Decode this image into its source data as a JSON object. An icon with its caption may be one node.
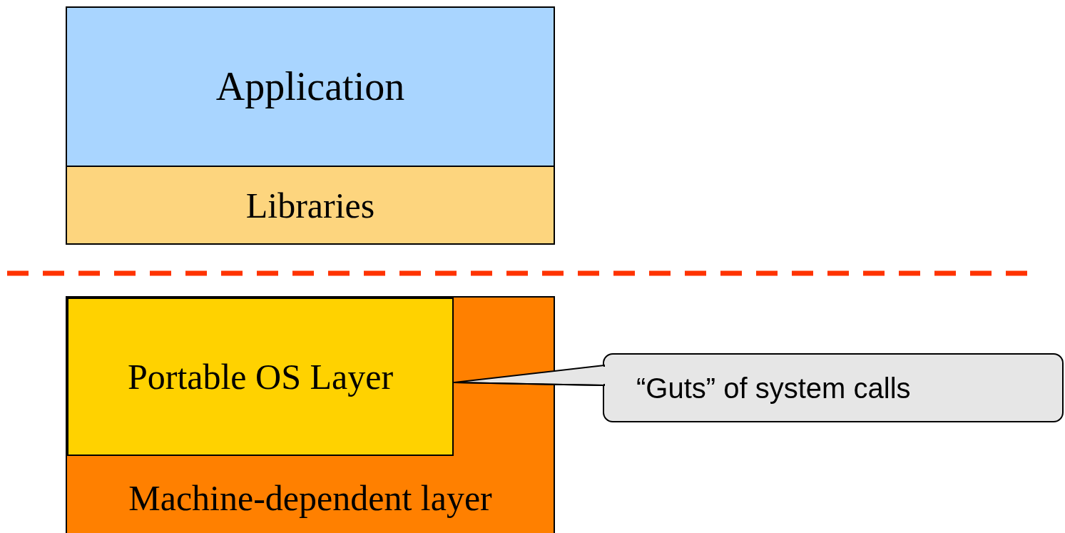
{
  "diagram": {
    "nodes": [
      {
        "text": [
          "Application"
        ]
      },
      {
        "text": [
          "Libraries"
        ]
      },
      {
        "text": [
          "Machine-dependent layer"
        ]
      },
      {
        "text": [
          "Portable OS Layer"
        ],
        "in": 2
      },
      {
        "text": [
          "“Guts” of system calls"
        ]
      }
    ],
    "edges": [
      {
        "from": 4,
        "to": 3,
        "arrow": "none"
      }
    ]
  }
}
